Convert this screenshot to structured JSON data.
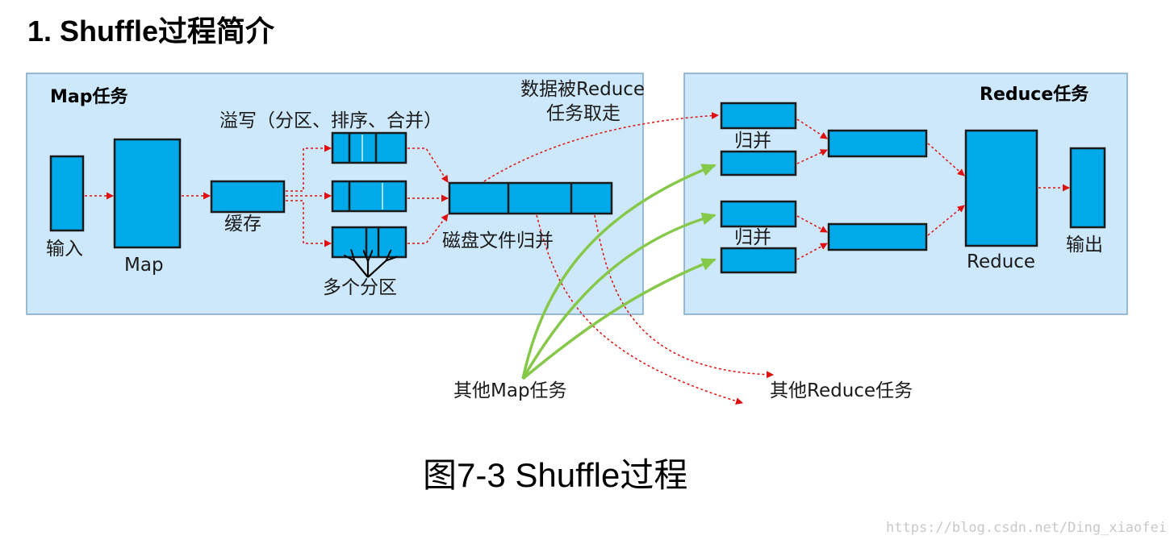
{
  "heading": "1. Shuffle过程简介",
  "caption": "图7-3 Shuffle过程",
  "watermark": "https://blog.csdn.net/Ding_xiaofei",
  "map_panel": {
    "title": "Map任务",
    "input_label": "输入",
    "map_label": "Map",
    "cache_label": "缓存",
    "spill_label": "溢写（分区、排序、合并）",
    "partitions_label": "多个分区",
    "disk_merge_label": "磁盘文件归并"
  },
  "fetch_label_line1": "数据被Reduce",
  "fetch_label_line2": "任务取走",
  "reduce_panel": {
    "title": "Reduce任务",
    "merge_label_top": "归并",
    "merge_label_bottom": "归并",
    "reduce_label": "Reduce",
    "output_label": "输出"
  },
  "other_map_label": "其他Map任务",
  "other_reduce_label": "其他Reduce任务",
  "colors": {
    "panel_fill": "#cde8fa",
    "box_fill": "#00a9e8",
    "red_arrow": "#e01010",
    "green_arrow": "#86c84a"
  }
}
